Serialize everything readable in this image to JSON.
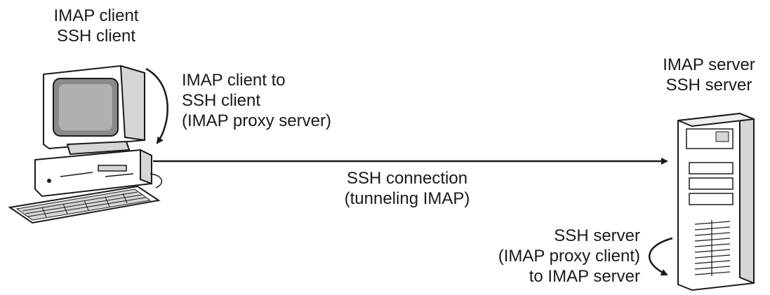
{
  "client_labels": {
    "line1": "IMAP client",
    "line2": "SSH client"
  },
  "client_annotation": {
    "line1": "IMAP client to",
    "line2": "SSH client",
    "line3": "(IMAP proxy server)"
  },
  "connection_label": {
    "line1": "SSH connection",
    "line2": "(tunneling IMAP)"
  },
  "server_labels": {
    "line1": "IMAP server",
    "line2": "SSH server"
  },
  "server_annotation": {
    "line1": "SSH server",
    "line2": "(IMAP proxy client)",
    "line3": "to IMAP server"
  },
  "colors": {
    "ink": "#1a1a1a",
    "screen": "#8a8a8a",
    "panel": "#d6d6d6"
  }
}
